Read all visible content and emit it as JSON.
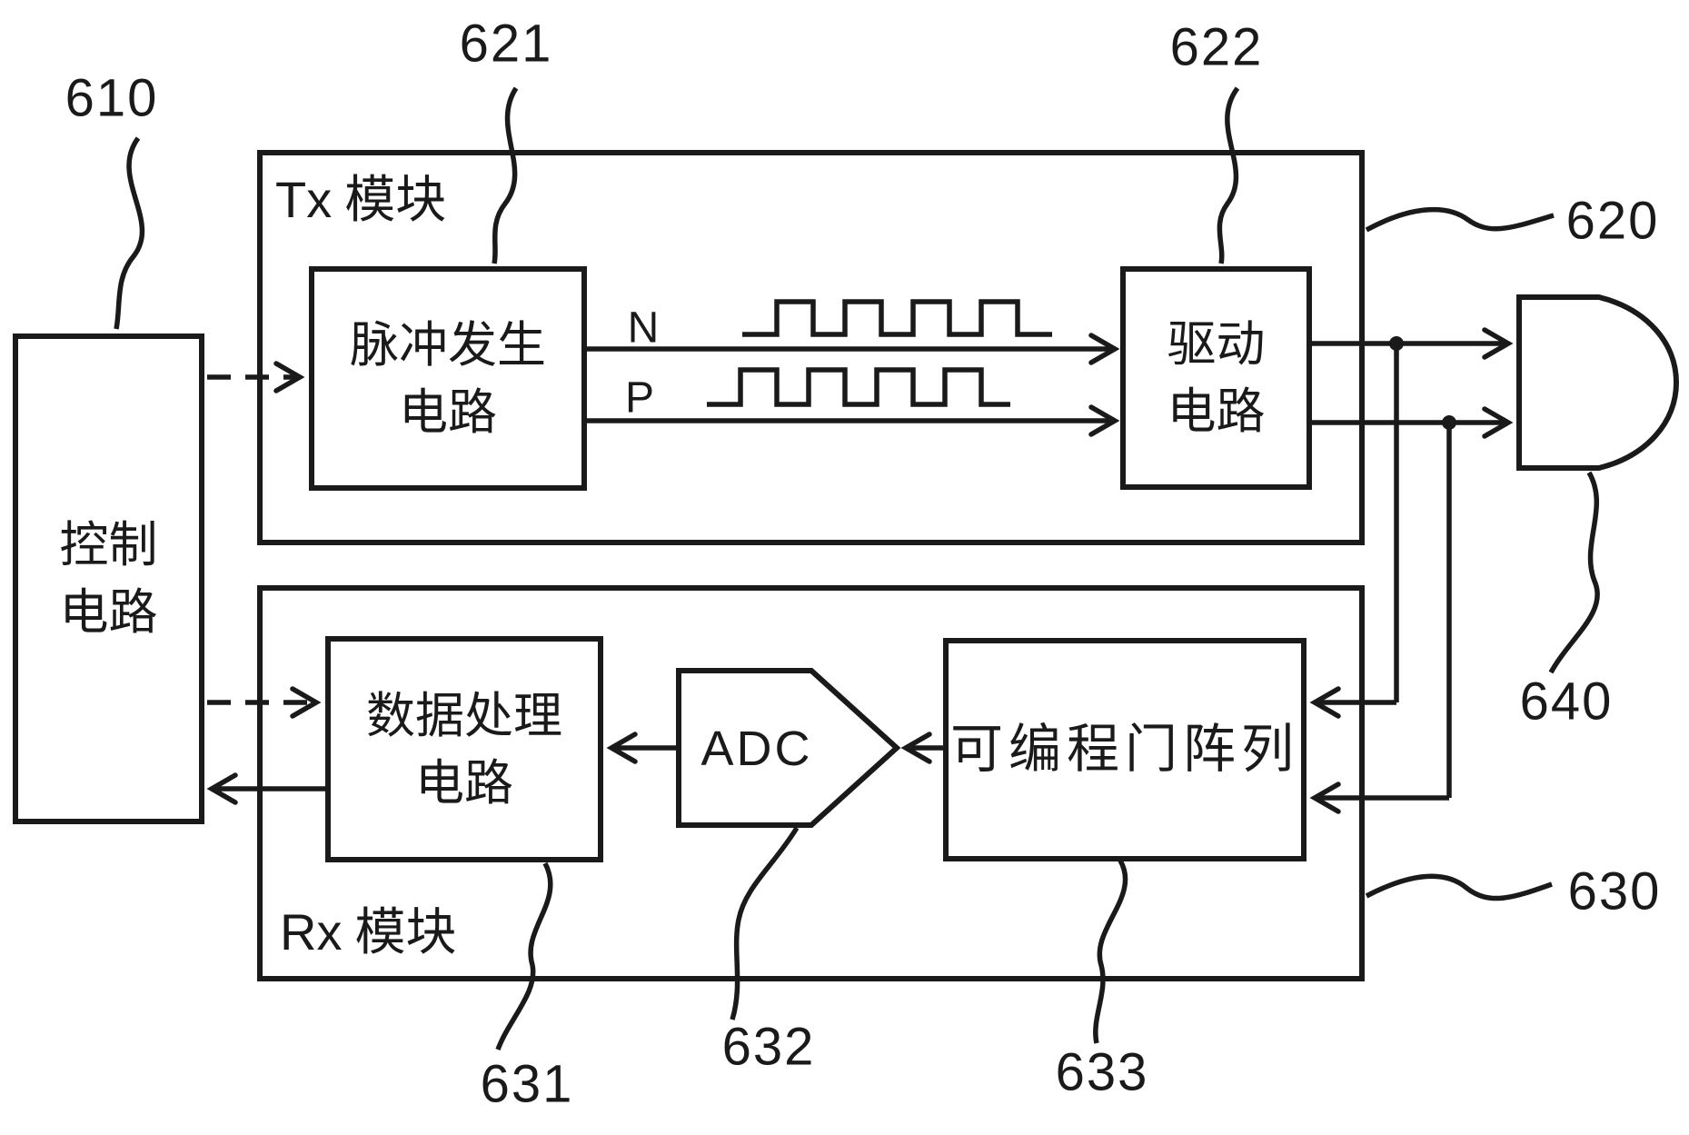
{
  "figure_type": "ultrasound transceiver block diagram",
  "colors": {
    "ink": "#1a1a1a",
    "background": "#ffffff"
  },
  "blocks": {
    "control": {
      "line1": "控制",
      "line2": "电路"
    },
    "tx_module": {
      "prefix": "Tx",
      "name": " 模块"
    },
    "pulse_generator": {
      "line1": "脉冲发生",
      "line2": "电路"
    },
    "driver": {
      "line1": "驱动",
      "line2": "电路"
    },
    "rx_module": {
      "prefix": "Rx",
      "name": " 模块"
    },
    "data_processor": {
      "line1": "数据处理",
      "line2": "电路"
    },
    "adc": {
      "label": "ADC"
    },
    "gate_array": {
      "label": "可编程门阵列"
    }
  },
  "signals": {
    "n": "N",
    "p": "P"
  },
  "refs": {
    "control": "610",
    "tx_module": "620",
    "pulse_generator": "621",
    "driver": "622",
    "rx_module": "630",
    "data_processor": "631",
    "adc": "632",
    "gate_array": "633",
    "transducer": "640"
  }
}
